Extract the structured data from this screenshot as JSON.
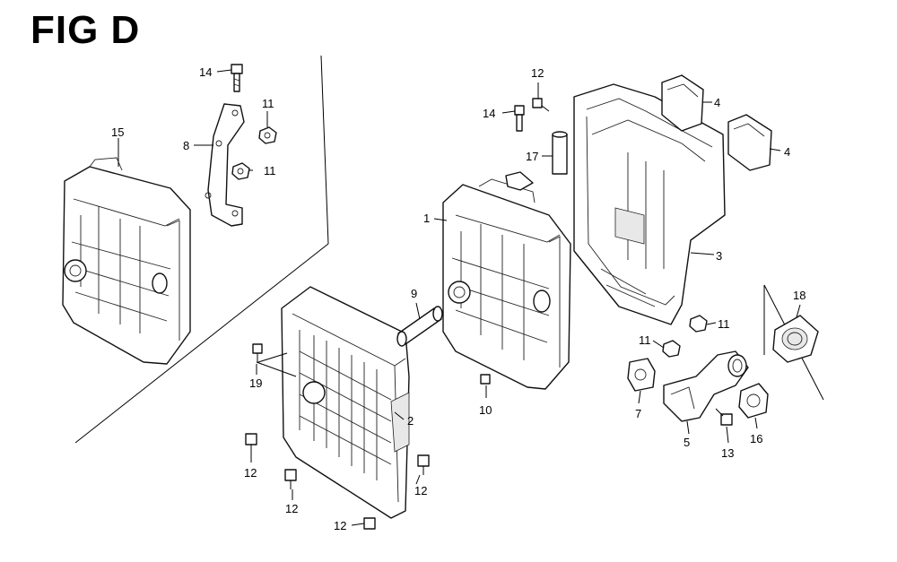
{
  "figure": {
    "title": "FIG D"
  },
  "labels": {
    "p1": "1",
    "p2": "2",
    "p3": "3",
    "p4a": "4",
    "p4b": "4",
    "p5": "5",
    "p7": "7",
    "p8": "8",
    "p9": "9",
    "p10": "10",
    "p11a": "11",
    "p11b": "11",
    "p11c": "11",
    "p11d": "11",
    "p12a": "12",
    "p12b": "12",
    "p12c": "12",
    "p12d": "12",
    "p12e": "12",
    "p13": "13",
    "p14a": "14",
    "p14b": "14",
    "p15": "15",
    "p16": "16",
    "p17": "17",
    "p18": "18",
    "p19": "19"
  }
}
